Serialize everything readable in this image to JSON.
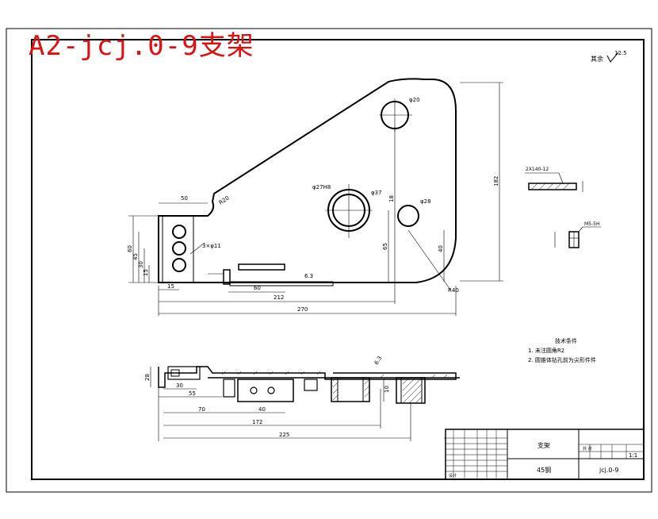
{
  "drawing": {
    "title": "A2-jcj.0-9支架",
    "roughness_note": "其余",
    "roughness_value": "12.5"
  },
  "views": {
    "front": {
      "dims": {
        "d_r20": "R20",
        "d_phi20": "φ20",
        "d_phi27": "φ27H8",
        "d_phi37": "φ37",
        "d_phi28": "φ28",
        "d_r40": "R40",
        "d_50": "50",
        "d_212": "212",
        "d_270": "270",
        "d_60": "60",
        "d_15": "15",
        "d_18": "18",
        "d_65": "65",
        "d_40": "40",
        "d_182": "182",
        "d_v60": "60",
        "d_v45": "45",
        "d_v30": "30",
        "d_v15": "15",
        "hole_note": "3×φ11",
        "rough_small": "6.3"
      }
    },
    "side": {
      "dims": {
        "d_30": "30",
        "d_55": "55",
        "d_70": "70",
        "d_40": "40",
        "d_172": "172",
        "d_225": "225",
        "d_v28": "28",
        "d_v10": "10",
        "rough_mid": "6.3"
      }
    },
    "detail1": {
      "label": "2X140-12"
    },
    "detail2": {
      "label": "M5-5H"
    }
  },
  "notes": {
    "title": "技术条件",
    "item1": "1. 未注圆角R2",
    "item2": "2. 圆锥体钻孔前为尖形件件"
  },
  "title_block": {
    "part_name": "支架",
    "material": "45钢",
    "drawing_no": "jcj.0-9",
    "scale": "1:1",
    "revision_label": "设计",
    "sheet_label": "共  张"
  }
}
